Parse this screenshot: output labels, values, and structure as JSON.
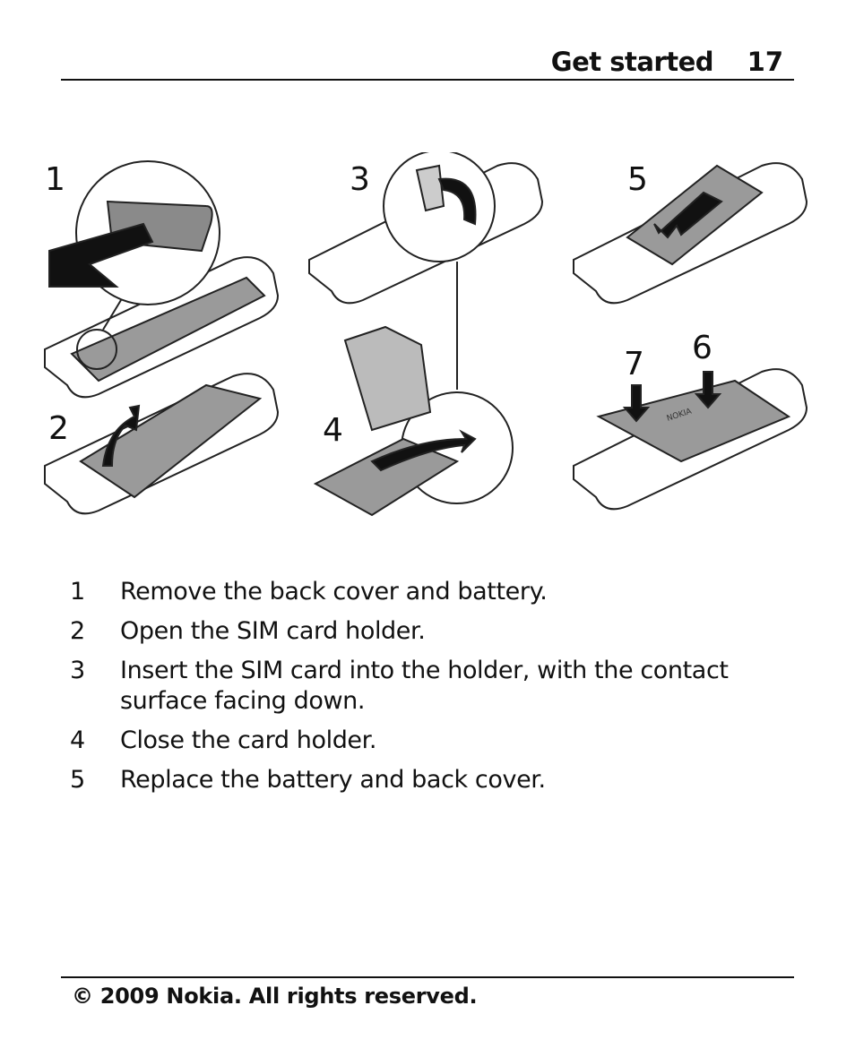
{
  "header": {
    "section_title": "Get started",
    "page_number": "17"
  },
  "figure": {
    "panel_labels": [
      "1",
      "2",
      "3",
      "4",
      "5",
      "6",
      "7"
    ],
    "cover_logo_text": "NOKIA"
  },
  "steps": [
    {
      "number": "1",
      "text": "Remove the back cover and battery."
    },
    {
      "number": "2",
      "text": "Open the SIM card holder."
    },
    {
      "number": "3",
      "text": "Insert the SIM card into the holder, with the contact surface facing down."
    },
    {
      "number": "4",
      "text": "Close the card holder."
    },
    {
      "number": "5",
      "text": "Replace the battery and back cover."
    }
  ],
  "footer": {
    "copyright": "© 2009 Nokia. All rights reserved."
  }
}
